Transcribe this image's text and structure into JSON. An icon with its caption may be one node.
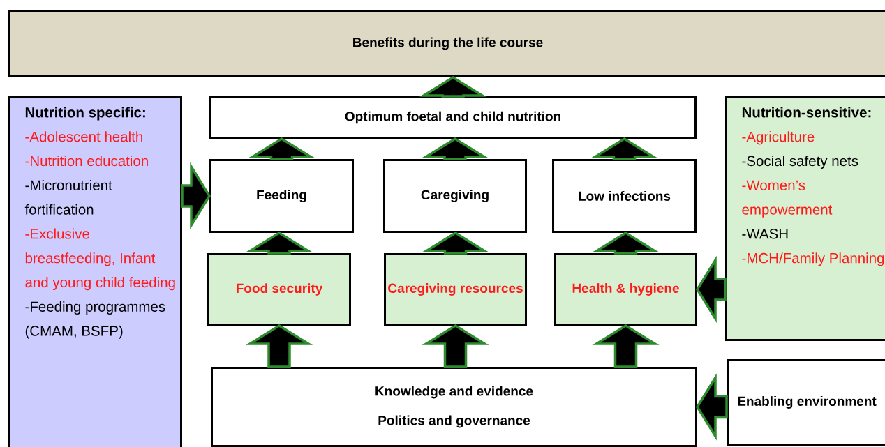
{
  "diagram": {
    "nodes": [
      {
        "text": [
          "Benefits during the life course"
        ]
      },
      {
        "text": [
          "Nutrition specific:",
          "-Adolescent health",
          "-Nutrition education",
          "-Micronutrient fortification",
          "-Exclusive breastfeeding, Infant and young child feeding",
          "-Feeding programmes (CMAM, BSFP)"
        ]
      },
      {
        "text": [
          "Optimum foetal and child nutrition"
        ]
      },
      {
        "text": [
          "Feeding"
        ]
      },
      {
        "text": [
          "Caregiving"
        ]
      },
      {
        "text": [
          "Low infections"
        ]
      },
      {
        "text": [
          "Food security"
        ]
      },
      {
        "text": [
          "Caregiving resources"
        ]
      },
      {
        "text": [
          "Health & hygiene"
        ]
      },
      {
        "text": [
          "Nutrition-sensitive:",
          "-Agriculture",
          "-Social safety nets",
          "-Women’s empowerment",
          "-WASH",
          "-MCH/Family Planning"
        ]
      },
      {
        "text": [
          "Knowledge and evidence",
          "Politics and governance"
        ]
      },
      {
        "text": [
          "Enabling environment"
        ]
      }
    ],
    "edges": [
      {
        "from": 2,
        "to": 0,
        "arrow": "to"
      },
      {
        "from": 3,
        "to": 2,
        "arrow": "to"
      },
      {
        "from": 4,
        "to": 2,
        "arrow": "to"
      },
      {
        "from": 5,
        "to": 2,
        "arrow": "to"
      },
      {
        "from": 1,
        "to": 3,
        "arrow": "to"
      },
      {
        "from": 6,
        "to": 3,
        "arrow": "to"
      },
      {
        "from": 7,
        "to": 4,
        "arrow": "to"
      },
      {
        "from": 8,
        "to": 5,
        "arrow": "to"
      },
      {
        "from": 9,
        "to": 8,
        "arrow": "to"
      },
      {
        "from": 10,
        "to": 6,
        "arrow": "to"
      },
      {
        "from": 10,
        "to": 7,
        "arrow": "to"
      },
      {
        "from": 10,
        "to": 8,
        "arrow": "to"
      },
      {
        "from": 11,
        "to": 10,
        "arrow": "to"
      }
    ]
  }
}
